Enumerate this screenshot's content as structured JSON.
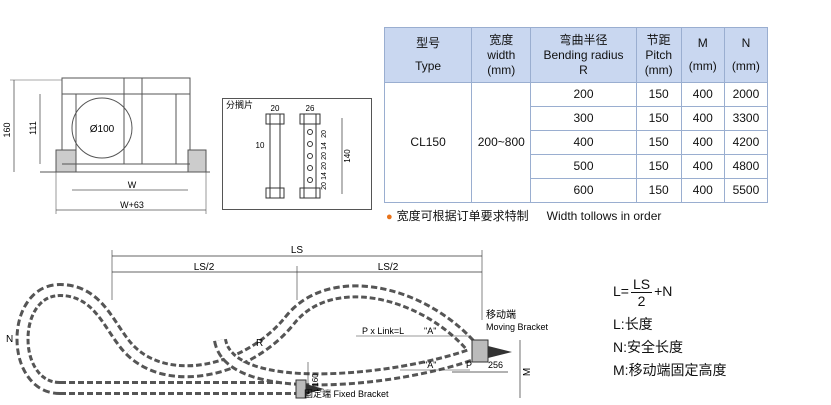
{
  "left_drawing": {
    "dim_height": "160",
    "dim_inner": "111",
    "dim_diameter": "Ø100",
    "dim_width": "W",
    "dim_total_width": "W+63"
  },
  "link_drawing": {
    "title": "分搁片",
    "dims": [
      "20",
      "26",
      "10",
      "20",
      "14",
      "20",
      "20",
      "14",
      "20",
      "140"
    ]
  },
  "table": {
    "headers": [
      {
        "zh": "型号",
        "en": "Type",
        "en2": ""
      },
      {
        "zh": "宽度",
        "en": "width",
        "en2": "(mm)"
      },
      {
        "zh": "弯曲半径",
        "en": "Bending radius",
        "en2": "R"
      },
      {
        "zh": "节距",
        "en": "Pitch",
        "en2": "(mm)"
      },
      {
        "zh": "M",
        "en": "",
        "en2": "(mm)"
      },
      {
        "zh": "N",
        "en": "",
        "en2": "(mm)"
      }
    ],
    "type": "CL150",
    "width": "200~800",
    "rows": [
      {
        "radius": "200",
        "pitch": "150",
        "m": "400",
        "n": "2000"
      },
      {
        "radius": "300",
        "pitch": "150",
        "m": "400",
        "n": "3300"
      },
      {
        "radius": "400",
        "pitch": "150",
        "m": "400",
        "n": "4200"
      },
      {
        "radius": "500",
        "pitch": "150",
        "m": "400",
        "n": "4800"
      },
      {
        "radius": "600",
        "pitch": "150",
        "m": "400",
        "n": "5500"
      }
    ]
  },
  "note": {
    "zh": "宽度可根据订单要求特制",
    "en": "Width tollows in order"
  },
  "chain_drawing": {
    "ls": "LS",
    "ls_half_left": "LS/2",
    "ls_half_right": "LS/2",
    "n": "N",
    "r": "R",
    "pitch_label": "P x Link=L",
    "a_top": "\"A\"",
    "a_bottom": "\"A\"",
    "p": "P",
    "dim_256": "256",
    "dim_160": "160",
    "m": "M",
    "moving_zh": "移动端",
    "moving_en": "Moving Bracket",
    "fixed": "固定端 Fixed Bracket"
  },
  "formula": {
    "lhs": "L=",
    "num": "LS",
    "den": "2",
    "rhs": "+N"
  },
  "legend": [
    {
      "key": "L:",
      "text": "长度"
    },
    {
      "key": "N:",
      "text": "安全长度"
    },
    {
      "key": "M:",
      "text": "移动端固定高度"
    }
  ]
}
